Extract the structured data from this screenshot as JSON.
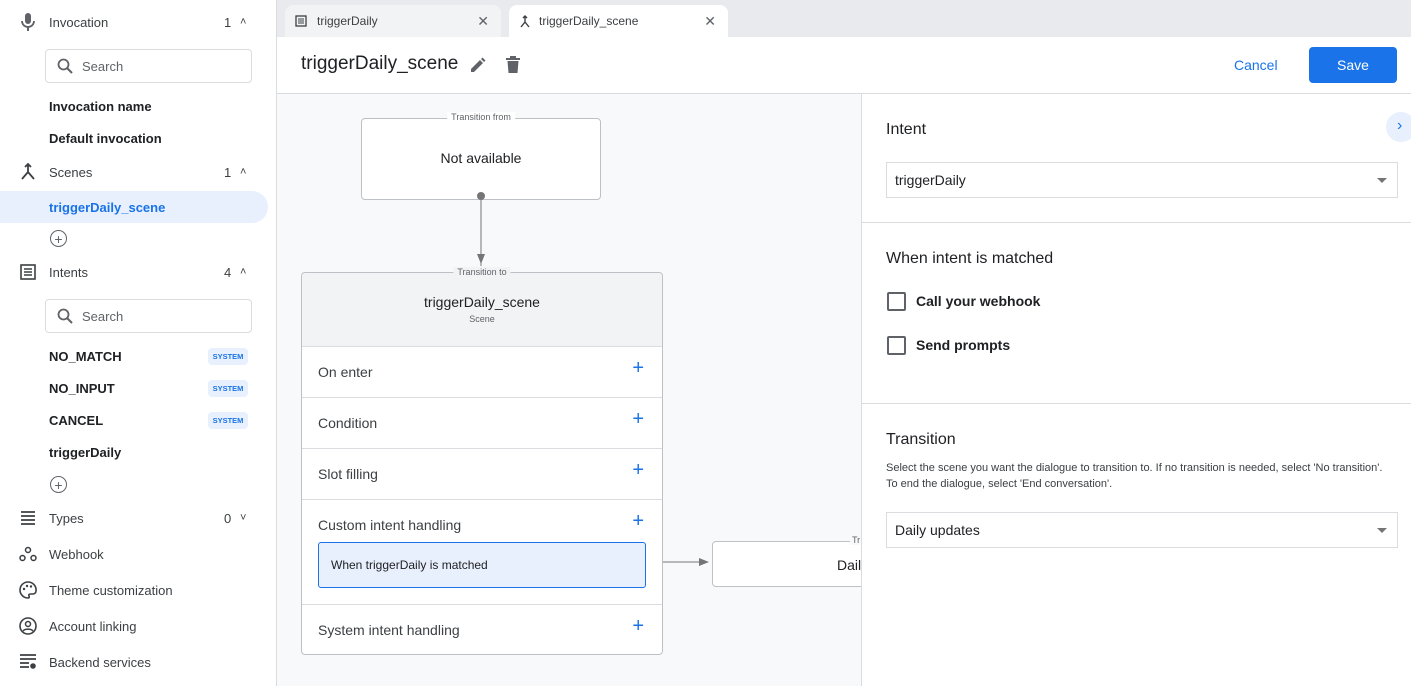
{
  "sidebar": {
    "invocation": {
      "label": "Invocation",
      "count": "1",
      "search_placeholder": "Search",
      "items": [
        "Invocation name",
        "Default invocation"
      ]
    },
    "scenes": {
      "label": "Scenes",
      "count": "1",
      "items": [
        "triggerDaily_scene"
      ]
    },
    "intents": {
      "label": "Intents",
      "count": "4",
      "search_placeholder": "Search",
      "items": [
        {
          "label": "NO_MATCH",
          "badge": "SYSTEM"
        },
        {
          "label": "NO_INPUT",
          "badge": "SYSTEM"
        },
        {
          "label": "CANCEL",
          "badge": "SYSTEM"
        },
        {
          "label": "triggerDaily"
        }
      ]
    },
    "types": {
      "label": "Types",
      "count": "0"
    },
    "nav": [
      "Webhook",
      "Theme customization",
      "Account linking",
      "Backend services"
    ]
  },
  "tabs": [
    {
      "label": "triggerDaily",
      "icon": "intent-icon"
    },
    {
      "label": "triggerDaily_scene",
      "icon": "scene-icon",
      "active": true
    }
  ],
  "header": {
    "title": "triggerDaily_scene",
    "cancel": "Cancel",
    "save": "Save"
  },
  "canvas": {
    "from": {
      "legend": "Transition from",
      "text": "Not available"
    },
    "scene": {
      "legend": "Transition to",
      "title": "triggerDaily_scene",
      "subtitle": "Scene",
      "rows": [
        "On enter",
        "Condition",
        "Slot filling",
        "Custom intent handling",
        "System intent handling"
      ],
      "handler": "When triggerDaily is matched"
    },
    "target": {
      "legend": "Tr",
      "text": "Dail"
    }
  },
  "panel": {
    "intent_heading": "Intent",
    "intent_value": "triggerDaily",
    "matched_heading": "When intent is matched",
    "checkboxes": [
      {
        "label": "Call your webhook",
        "checked": false
      },
      {
        "label": "Send prompts",
        "checked": false
      }
    ],
    "transition_heading": "Transition",
    "transition_desc": "Select the scene you want the dialogue to transition to. If no transition is needed, select 'No transition'. To end the dialogue, select 'End conversation'.",
    "transition_value": "Daily updates"
  },
  "colors": {
    "accent": "#1a73e8",
    "selected_bg": "#e8f0fe"
  }
}
